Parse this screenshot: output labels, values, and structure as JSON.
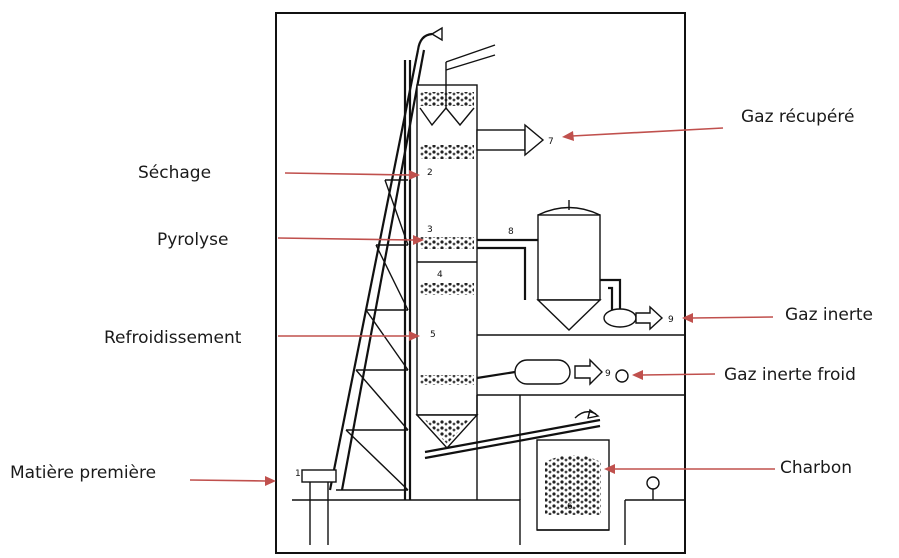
{
  "labels": {
    "gaz_recupere": "Gaz  récupéré",
    "sechage": "Séchage",
    "pyrolyse": "Pyrolyse",
    "refroidissement": "Refroidissement",
    "gaz_inerte": "Gaz inerte",
    "gaz_inerte_froid": "Gaz inerte froid",
    "charbon": "Charbon",
    "matiere_premiere": "Matière première"
  },
  "zone_numbers": {
    "n1": "1",
    "n2": "2",
    "n3": "3",
    "n4": "4",
    "n5": "5",
    "n6": "6",
    "n7": "7",
    "n8": "8",
    "n9a": "9",
    "n9b": "9"
  },
  "colors": {
    "arrow": "#c0504d",
    "ink": "#111111"
  }
}
